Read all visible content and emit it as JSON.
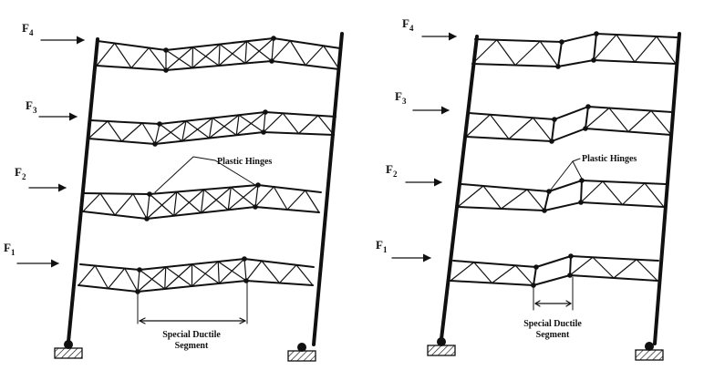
{
  "left_frame": {
    "forces": [
      {
        "letter": "F",
        "sub": "4"
      },
      {
        "letter": "F",
        "sub": "3"
      },
      {
        "letter": "F",
        "sub": "2"
      },
      {
        "letter": "F",
        "sub": "1"
      }
    ],
    "plastic_hinges_label": "Plastic Hinges",
    "segment_label_line1": "Special Ductile",
    "segment_label_line2": "Segment"
  },
  "right_frame": {
    "forces": [
      {
        "letter": "F",
        "sub": "4"
      },
      {
        "letter": "F",
        "sub": "3"
      },
      {
        "letter": "F",
        "sub": "2"
      },
      {
        "letter": "F",
        "sub": "1"
      }
    ],
    "plastic_hinges_label": "Plastic Hinges",
    "segment_label_line1": "Special Ductile",
    "segment_label_line2": "Segment"
  },
  "colors": {
    "ink": "#111111",
    "hatch_fill": "#ffffff"
  }
}
